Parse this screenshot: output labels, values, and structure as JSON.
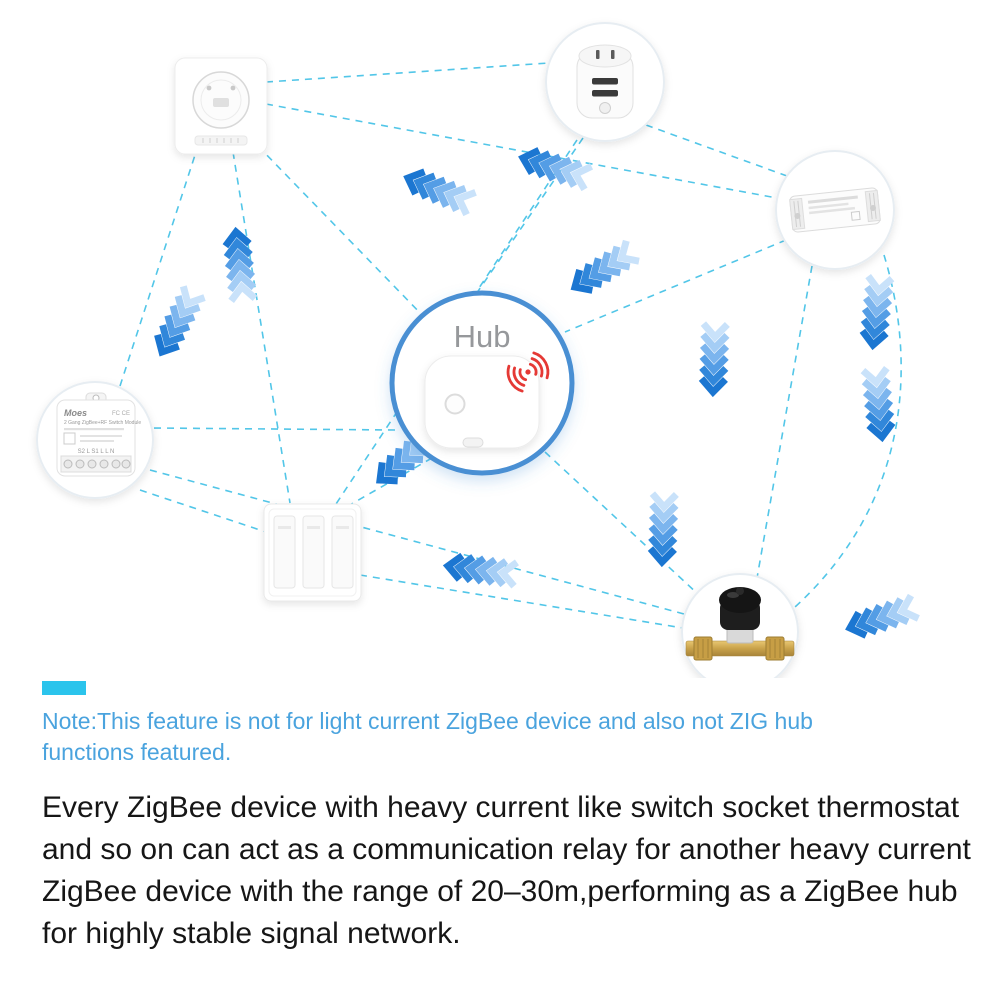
{
  "diagram": {
    "hub_label": "Hub",
    "switch_module": {
      "brand": "Moes",
      "title": "2 Gang ZigBee+RF Switch Module",
      "terminals": "S2 L S1 L L N",
      "certs": "FC CE"
    }
  },
  "note": {
    "text": "Note:This feature is not for light current ZigBee device and also not ZIG hub functions featured."
  },
  "body": {
    "text": "Every ZigBee device with heavy current like switch socket thermostat and so on can act as a communication relay for another heavy current ZigBee device with the range of 20–30m,performing as a ZigBee hub for highly stable signal network."
  },
  "colors": {
    "link_line": "#3fc0e6",
    "chevron_head": "#1b76d1",
    "chevron_tail": "#c9e2fa",
    "hub_ring": "#4a8fd3",
    "hub_label_gray": "#96989b",
    "note_text": "#4aa3de",
    "accent_bar": "#2bc4ec",
    "signal_icon_red": "#e53935",
    "brass_pipe": "#c9a24a"
  }
}
